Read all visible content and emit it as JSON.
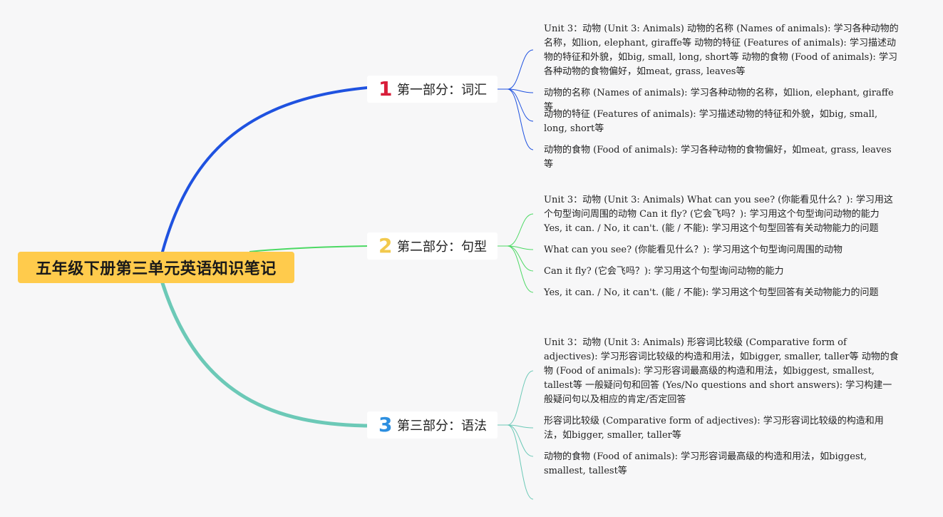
{
  "root": {
    "title": "五年级下册第三单元英语知识笔记",
    "color": "#ffcb4c"
  },
  "sections": [
    {
      "number": "1",
      "label": "第一部分：词汇",
      "number_color": "#d81e3a",
      "line_color": "#1f52e0",
      "items": [
        "Unit 3：动物 (Unit 3: Animals) 动物的名称 (Names of animals): 学习各种动物的名称，如lion, elephant, giraffe等 动物的特征 (Features of animals): 学习描述动物的特征和外貌，如big, small, long, short等 动物的食物 (Food of animals): 学习各种动物的食物偏好，如meat, grass, leaves等",
        "动物的名称 (Names of animals): 学习各种动物的名称，如lion, elephant, giraffe等",
        "动物的特征 (Features of animals): 学习描述动物的特征和外貌，如big, small, long, short等",
        "动物的食物 (Food of animals): 学习各种动物的食物偏好，如meat, grass, leaves等"
      ]
    },
    {
      "number": "2",
      "label": "第二部分：句型",
      "number_color": "#f2c94c",
      "line_color": "#4cd964",
      "items": [
        "Unit 3：动物 (Unit 3: Animals) What can you see? (你能看见什么？): 学习用这个句型询问周围的动物 Can it fly? (它会飞吗？): 学习用这个句型询问动物的能力 Yes, it can. / No, it can't. (能 / 不能): 学习用这个句型回答有关动物能力的问题",
        "What can you see? (你能看见什么？): 学习用这个句型询问周围的动物",
        "Can it fly? (它会飞吗？): 学习用这个句型询问动物的能力",
        "Yes, it can. / No, it can't. (能 / 不能): 学习用这个句型回答有关动物能力的问题"
      ]
    },
    {
      "number": "3",
      "label": "第三部分：语法",
      "number_color": "#2d8fe0",
      "line_color": "#6cc9b7",
      "items": [
        "Unit 3：动物 (Unit 3: Animals) 形容词比较级 (Comparative form of adjectives): 学习形容词比较级的构造和用法，如bigger, smaller, taller等 动物的食物 (Food of animals): 学习形容词最高级的构造和用法，如biggest, smallest, tallest等 一般疑问句和回答 (Yes/No questions and short answers): 学习构建一般疑问句以及相应的肯定/否定回答",
        "形容词比较级 (Comparative form of adjectives): 学习形容词比较级的构造和用法，如bigger, smaller, taller等",
        "动物的食物 (Food of animals): 学习形容词最高级的构造和用法，如biggest, smallest, tallest等"
      ]
    }
  ]
}
